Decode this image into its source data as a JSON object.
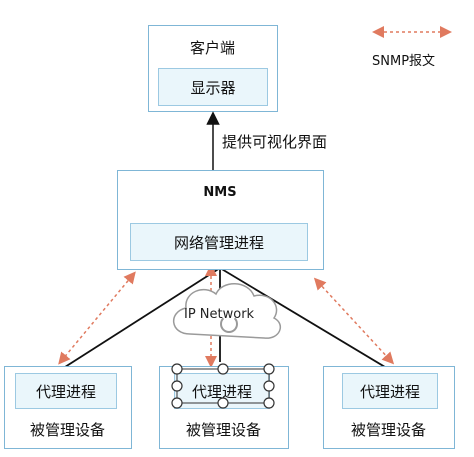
{
  "client": {
    "title": "客户端",
    "display": "显示器"
  },
  "legend": {
    "label": "SNMP报文"
  },
  "arrow_label": "提供可视化界面",
  "nms": {
    "title": "NMS",
    "process": "网络管理进程"
  },
  "cloud": {
    "label": "IP Network"
  },
  "devices": [
    {
      "agent": "代理进程",
      "label": "被管理设备"
    },
    {
      "agent": "代理进程",
      "label": "被管理设备"
    },
    {
      "agent": "代理进程",
      "label": "被管理设备"
    }
  ],
  "colors": {
    "border": "#7fb6d6",
    "inner_fill": "#eaf6fb",
    "snmp_arrow": "#e07a5f",
    "selection": "#333333"
  }
}
